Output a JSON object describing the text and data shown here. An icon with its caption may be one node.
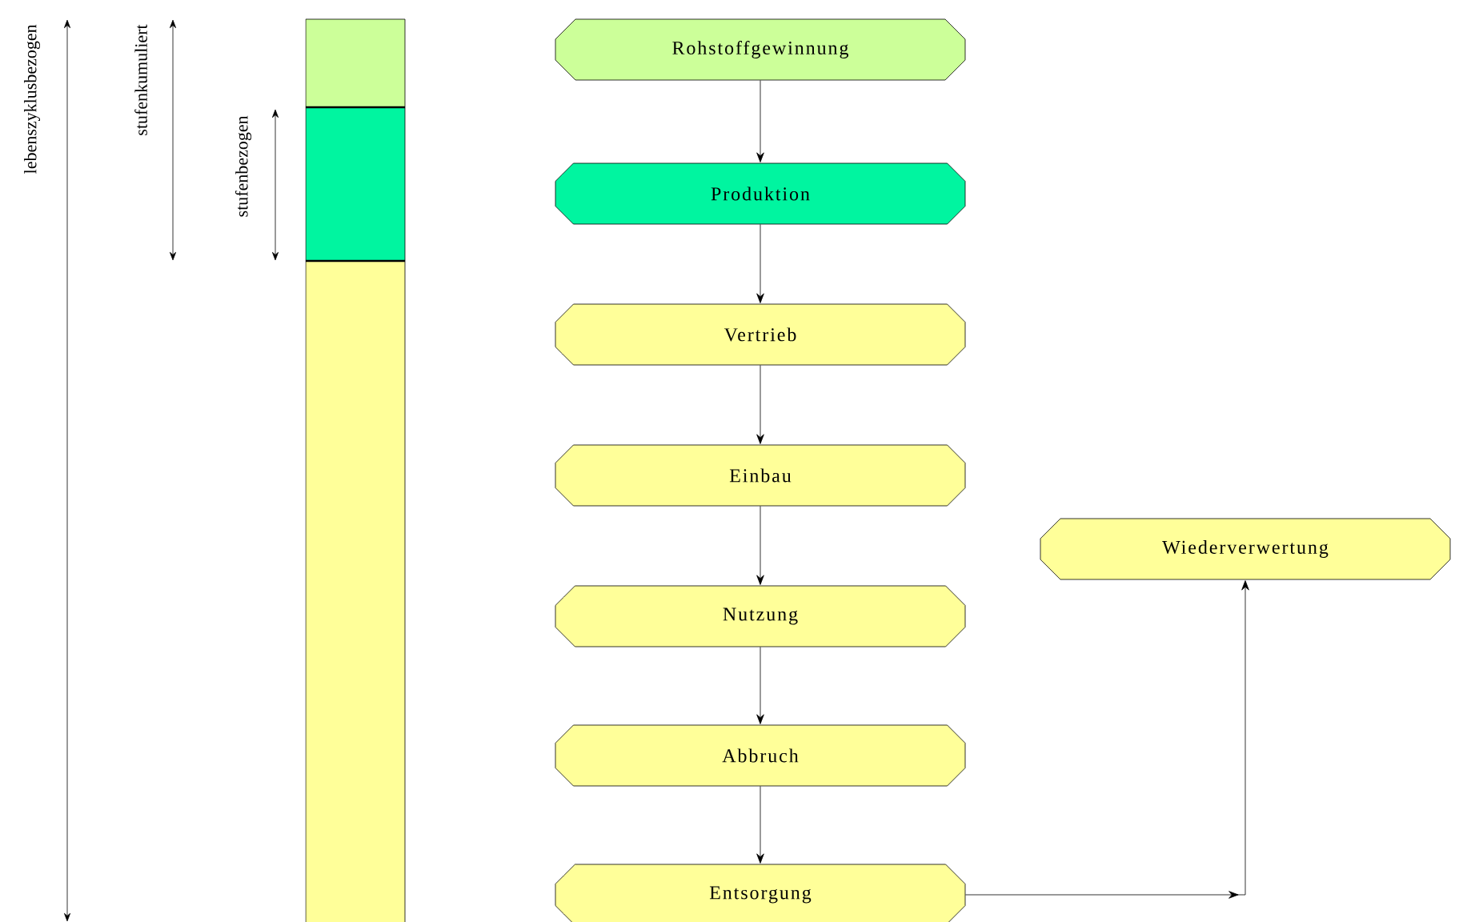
{
  "diagram": {
    "nodes": [
      {
        "text": [
          "Rohstoffgewinnung"
        ]
      },
      {
        "text": [
          "Produktion"
        ]
      },
      {
        "text": [
          "Vertrieb"
        ]
      },
      {
        "text": [
          "Einbau"
        ]
      },
      {
        "text": [
          "Nutzung"
        ]
      },
      {
        "text": [
          "Abbruch"
        ]
      },
      {
        "text": [
          "Entsorgung"
        ]
      },
      {
        "text": [
          "Wiederverwertung"
        ]
      }
    ],
    "edges": [
      {
        "from": 0,
        "to": 1,
        "arrow": "to"
      },
      {
        "from": 1,
        "to": 2,
        "arrow": "to"
      },
      {
        "from": 2,
        "to": 3,
        "arrow": "to"
      },
      {
        "from": 3,
        "to": 4,
        "arrow": "to"
      },
      {
        "from": 4,
        "to": 5,
        "arrow": "to"
      },
      {
        "from": 5,
        "to": 6,
        "arrow": "to"
      },
      {
        "from": 6,
        "to": 7,
        "arrow": "to"
      }
    ],
    "labels": [
      "lebenszyklusbezogen",
      "stufenkumuliert",
      "stufenbezogen"
    ]
  }
}
